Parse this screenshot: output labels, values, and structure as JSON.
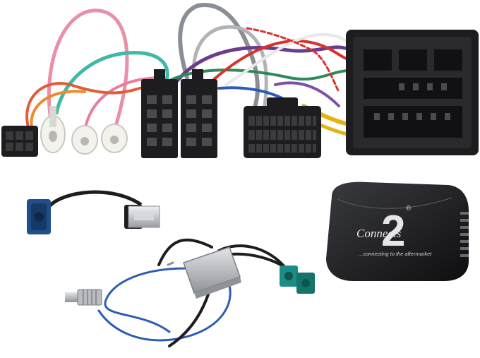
{
  "product": {
    "brand_text": "Connects",
    "brand_number": "2",
    "registered_mark": "®",
    "tagline": "...connecting to the aftermarket"
  },
  "colors": {
    "connector_black": "#1d1d1f",
    "fakra_blue": "#1f4f8a",
    "fakra_teal": "#1b8c84",
    "wire_pink": "#e98fa8",
    "wire_teal": "#3fb8a5",
    "wire_purple": "#6a3d8c",
    "wire_green": "#2e8b57",
    "wire_red": "#d8322c",
    "wire_gray": "#8a8f96",
    "wire_blue": "#2c5db3",
    "wire_yellow": "#e2b312",
    "metal_silver": "#b9bcc0"
  }
}
